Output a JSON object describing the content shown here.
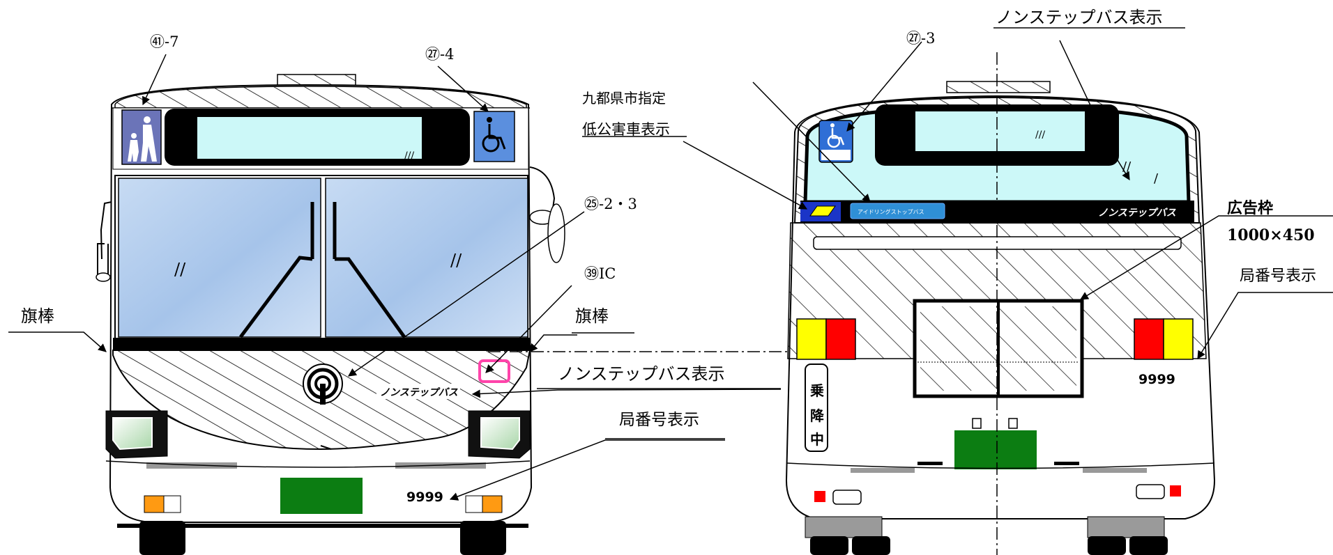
{
  "front": {
    "label_41_7": "㊶-7",
    "label_27_4": "㉗-4",
    "label_25_2_3": "㉕-2・3",
    "label_39_ic": "㊴IC",
    "label_flag_left": "旗棒",
    "label_flag_right": "旗棒",
    "label_nonstep": "ノンステップバス表示",
    "label_station_no": "局番号表示",
    "nonstep_text": "ノンステップバス",
    "number_plate_text": "9999"
  },
  "rear": {
    "label_27_3": "㉗-3",
    "label_nonstep_top": "ノンステップバス表示",
    "label_kyuto_line1": "九都県市指定",
    "label_kyuto_line2": "低公害車表示",
    "label_ad_frame_line1": "広告枠",
    "label_ad_frame_line2": "1000×450",
    "label_station_no": "局番号表示",
    "nonstep_text": "ノンステップバス",
    "idling_stop_text": "アイドリングストップバス",
    "number_plate_text": "9999",
    "boarding_sign": [
      "乗",
      "降",
      "中"
    ]
  },
  "colors": {
    "glass_light": "#ccf8f8",
    "windshield_blue": "#a9c8ec",
    "plate_green": "#0c7d12",
    "lamp_orange": "#ff9a12",
    "lamp_red": "#ff0000",
    "lamp_yellow": "#ffff00",
    "ic_pink": "#ff44aa",
    "wheelchair_blue": "#2f6fd6",
    "lowpollution_blue": "#1b35c7"
  }
}
